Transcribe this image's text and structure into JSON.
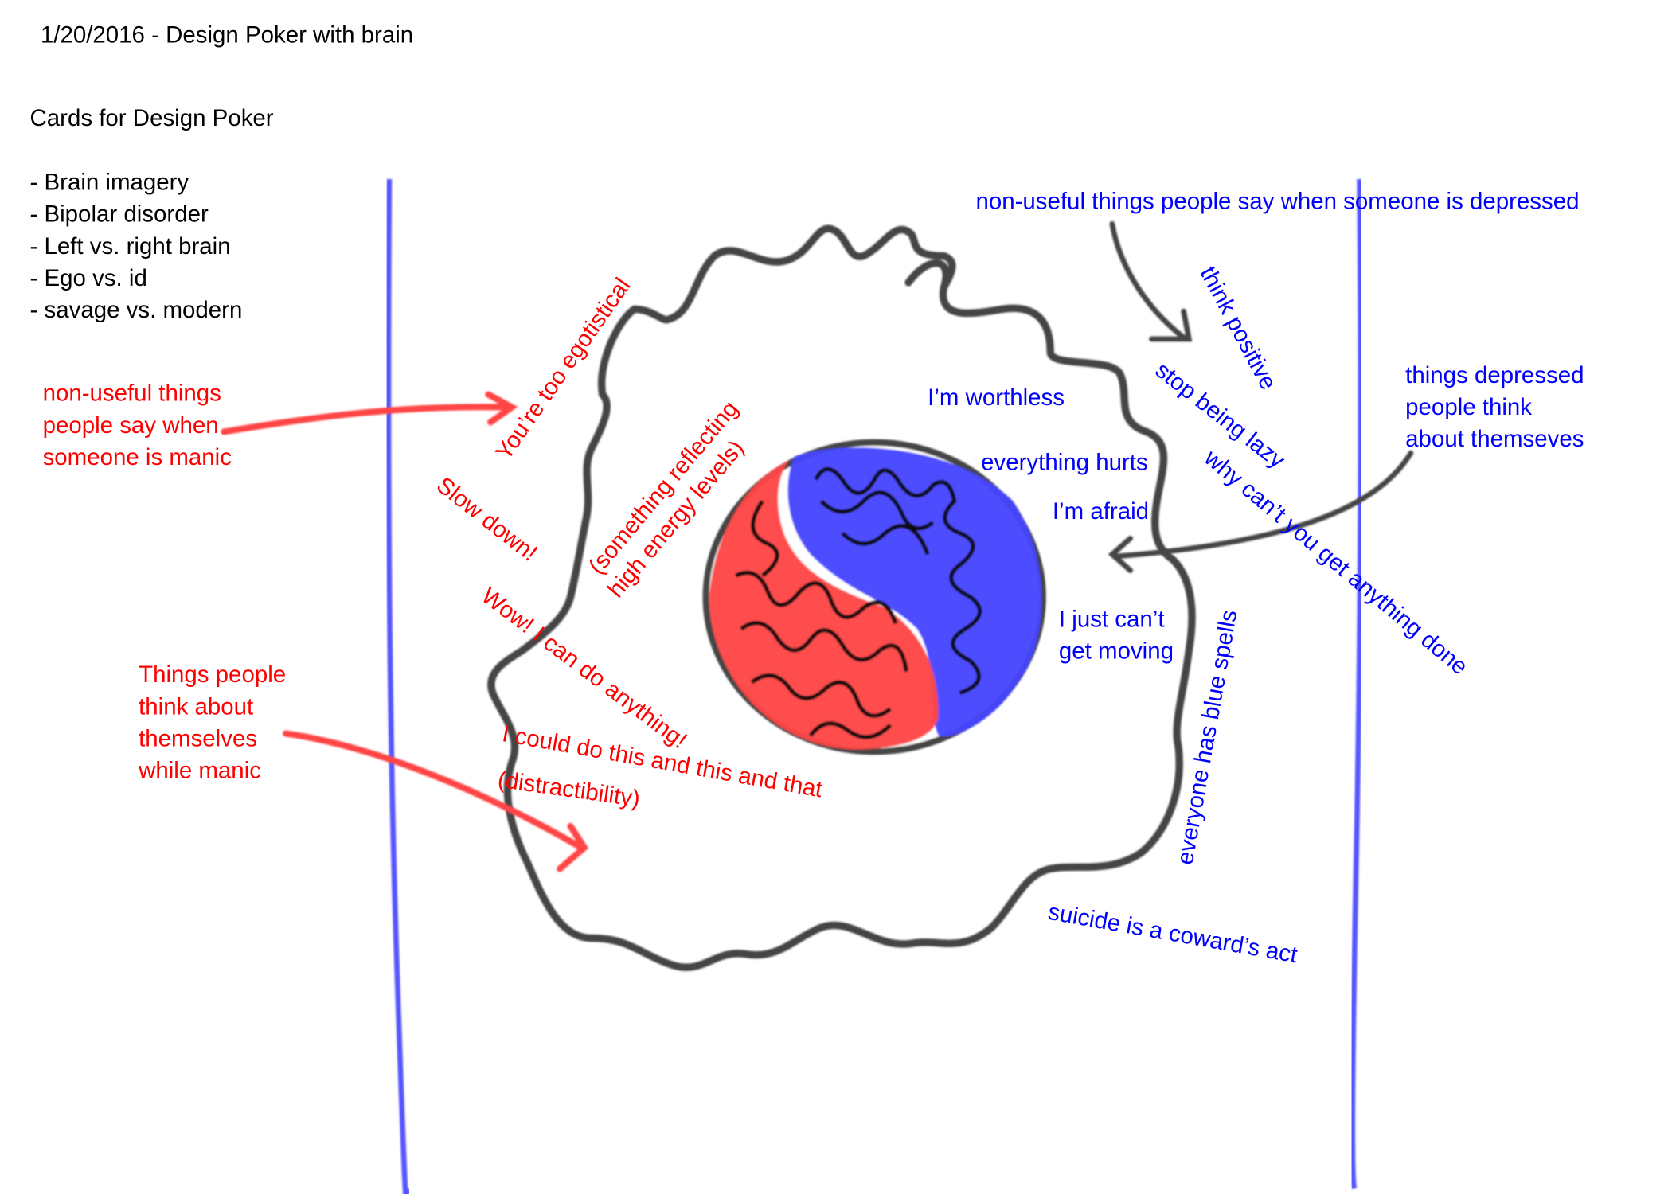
{
  "title": "1/20/2016 - Design Poker with brain",
  "cards_heading": "Cards for Design Poker",
  "cards_list": [
    "- Brain imagery",
    "- Bipolar disorder",
    "- Left vs. right brain",
    "- Ego vs. id",
    "- savage vs. modern"
  ],
  "manic": {
    "said_label": [
      "non-useful things",
      "people say when",
      "someone is manic"
    ],
    "think_label": [
      "Things people",
      "think about",
      "themselves",
      "while manic"
    ],
    "phrases": {
      "egotistical": "You’re too egotistical",
      "slow_down": "Slow down!",
      "reflecting_1": "(something reflecting",
      "reflecting_2": "high energy levels)",
      "wow": "Wow! I can do anything!",
      "could_do": "I could do this and this and that",
      "distractibility": "(distractibility)"
    }
  },
  "depressed": {
    "said_label": "non-useful things people say when someone is depressed",
    "think_label": [
      "things depressed",
      "people think",
      "about themseves"
    ],
    "phrases": {
      "worthless": "I’m worthless",
      "hurts": "everything hurts",
      "afraid": "I’m afraid",
      "cant_1": "I just can’t",
      "cant_2": "get moving",
      "think_positive": "think positive",
      "lazy": "stop being lazy",
      "anything_done": "why can’t you get anything done",
      "blue_spells": "everyone has blue spells",
      "suicide": "suicide is a coward’s act"
    }
  },
  "colors": {
    "manic": "#ff0000",
    "depressed": "#0000ff",
    "outline": "#444444",
    "divider": "#5555ff"
  }
}
